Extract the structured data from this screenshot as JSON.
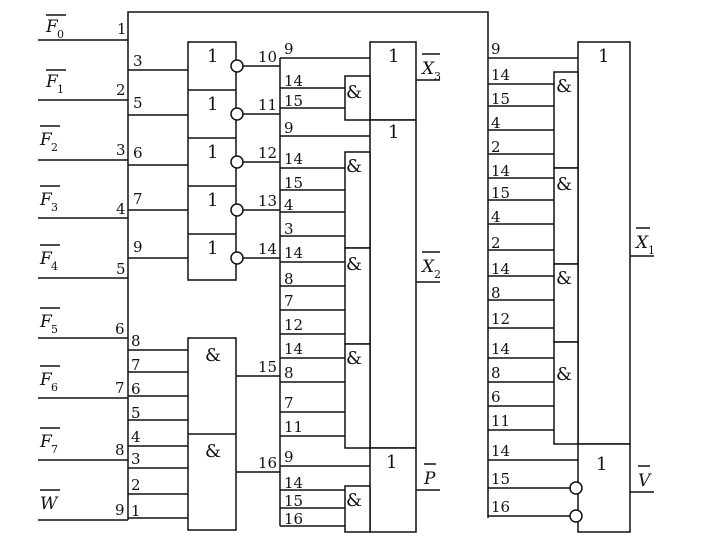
{
  "inputs": [
    {
      "name": "F",
      "sub": "0",
      "pin": "1"
    },
    {
      "name": "F",
      "sub": "1",
      "pin": "2"
    },
    {
      "name": "F",
      "sub": "2",
      "pin": "3"
    },
    {
      "name": "F",
      "sub": "3",
      "pin": "4"
    },
    {
      "name": "F",
      "sub": "4",
      "pin": "5"
    },
    {
      "name": "F",
      "sub": "5",
      "pin": "6"
    },
    {
      "name": "F",
      "sub": "6",
      "pin": "7"
    },
    {
      "name": "F",
      "sub": "7",
      "pin": "8"
    },
    {
      "name": "W",
      "sub": "",
      "pin": "9"
    }
  ],
  "or_gate_symbol": "1",
  "and_gate_symbol": "&",
  "inv_or_gates": [
    {
      "in": "3",
      "out": "10"
    },
    {
      "in": "5",
      "out": "11"
    },
    {
      "in": "6",
      "out": "12"
    },
    {
      "in": "7",
      "out": "13"
    },
    {
      "in": "9",
      "out": "14"
    }
  ],
  "and_gates_lower": [
    {
      "inputs": [
        "8",
        "7",
        "6",
        "5"
      ],
      "out": "15"
    },
    {
      "inputs": [
        "4",
        "3",
        "2",
        "1"
      ],
      "out": "16"
    }
  ],
  "mid_labels": {
    "x3": [
      "9",
      "14",
      "15"
    ],
    "x2": [
      "9",
      "14",
      "15",
      "4",
      "3",
      "14",
      "8",
      "7",
      "12",
      "14",
      "8",
      "7",
      "11"
    ],
    "p": [
      "9",
      "14",
      "15",
      "16"
    ]
  },
  "right_labels": {
    "x1": [
      "9",
      "14",
      "15",
      "4",
      "2",
      "14",
      "15",
      "4",
      "2",
      "14",
      "8",
      "12",
      "14",
      "8",
      "6",
      "11"
    ],
    "v": [
      "14",
      "15",
      "16"
    ]
  },
  "outputs": {
    "x3": {
      "name": "X",
      "sub": "3"
    },
    "x2": {
      "name": "X",
      "sub": "2"
    },
    "p": {
      "name": "P",
      "sub": ""
    },
    "x1": {
      "name": "X",
      "sub": "1"
    },
    "v": {
      "name": "V",
      "sub": ""
    }
  }
}
